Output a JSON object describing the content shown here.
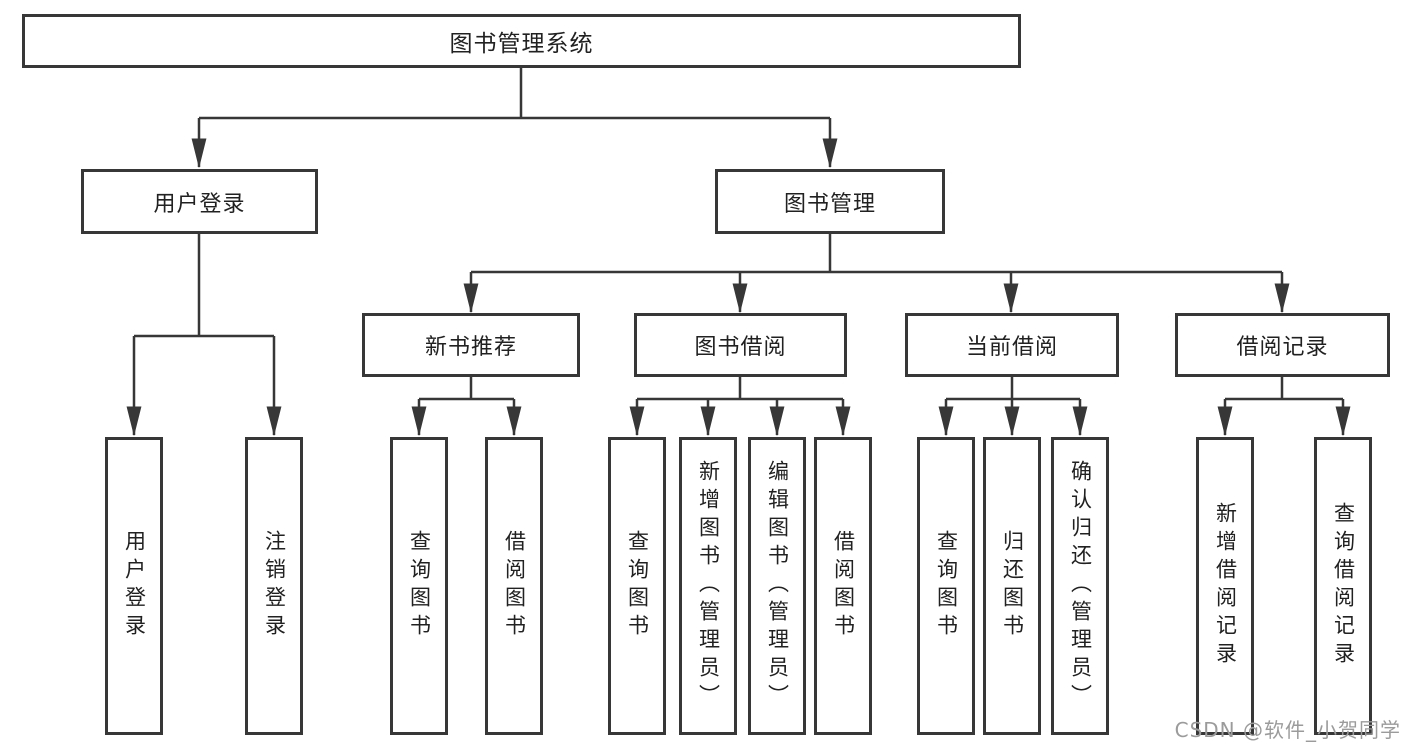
{
  "watermark": "CSDN @软件_小贺同学",
  "colors": {
    "line": "#373737",
    "box_border": "#373737",
    "text": "#212121",
    "watermark": "#9b9b9b",
    "background": "#ffffff"
  },
  "tree": {
    "label": "图书管理系统",
    "children": [
      {
        "label": "用户登录",
        "children": [
          {
            "label": "用户登录"
          },
          {
            "label": "注销登录"
          }
        ]
      },
      {
        "label": "图书管理",
        "children": [
          {
            "label": "新书推荐",
            "children": [
              {
                "label": "查询图书"
              },
              {
                "label": "借阅图书"
              }
            ]
          },
          {
            "label": "图书借阅",
            "children": [
              {
                "label": "查询图书"
              },
              {
                "label": "新增图书（管理员）"
              },
              {
                "label": "编辑图书（管理员）"
              },
              {
                "label": "借阅图书"
              }
            ]
          },
          {
            "label": "当前借阅",
            "children": [
              {
                "label": "查询图书"
              },
              {
                "label": "归还图书"
              },
              {
                "label": "确认归还（管理员）"
              }
            ]
          },
          {
            "label": "借阅记录",
            "children": [
              {
                "label": "新增借阅记录"
              },
              {
                "label": "查询借阅记录"
              }
            ]
          }
        ]
      }
    ]
  }
}
